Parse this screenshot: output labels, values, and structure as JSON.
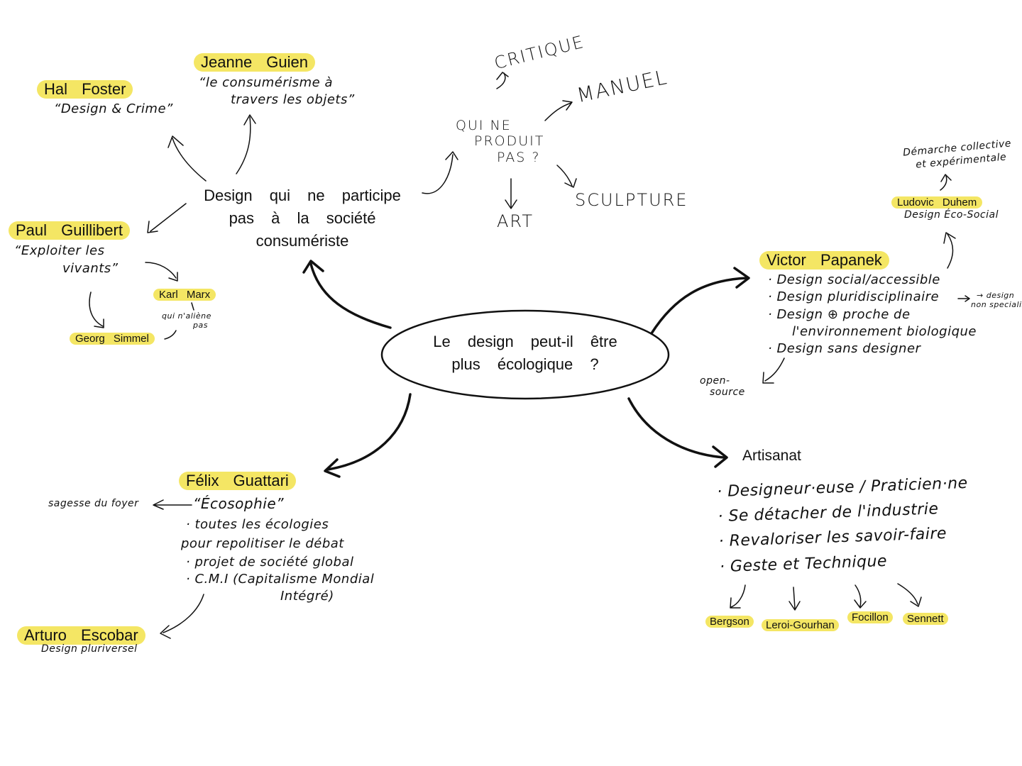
{
  "central": {
    "line1": "Le design peut-il être",
    "line2": "plus écologique ?"
  },
  "branch_consumerist": {
    "title_lines": [
      "Design qui ne participe",
      "pas à la société",
      "consumériste"
    ],
    "hal_foster": {
      "name": "Hal Foster",
      "note": "“Design & Crime”"
    },
    "jeanne_guien": {
      "name": "Jeanne Guien",
      "note_lines": [
        "“le consumérisme à",
        "travers les objets”"
      ]
    },
    "paul_guillibert": {
      "name": "Paul Guillibert",
      "note_lines": [
        "“Exploiter les",
        "vivants”"
      ]
    },
    "karl_marx": {
      "name": "Karl Marx",
      "note_lines": [
        "qui n'aliène",
        "pas"
      ]
    },
    "georg_simmel": {
      "name": "Georg Simmel"
    }
  },
  "branch_art": {
    "question_lines": [
      "QUI NE",
      "PRODUIT",
      "PAS ?"
    ],
    "items": [
      "CRITIQUE",
      "MANUEL",
      "SCULPTURE",
      "ART"
    ]
  },
  "branch_papanek": {
    "name": "Victor Papanek",
    "bullets": [
      "· Design social/accessible",
      "· Design pluridisciplinaire",
      "· Design ⊕ proche de",
      "l'environnement biologique",
      "· Design sans designer"
    ],
    "side_note_lines": [
      "→ design",
      "non specialisé"
    ],
    "open_source_lines": [
      "open-",
      "source"
    ],
    "ludovic_duhem": {
      "name": "Ludovic Duhem",
      "note": "Design Éco-Social"
    },
    "demarche_lines": [
      "Démarche collective",
      "et expérimentale"
    ]
  },
  "branch_guattari": {
    "name": "Félix Guattari",
    "lines": [
      "“Écosophie”",
      "· toutes les écologies",
      "pour repolitiser le débat",
      "· projet de société global",
      "· C.M.I (Capitalisme Mondial",
      "Intégré)"
    ],
    "sagesse": "sagesse du foyer",
    "arturo_escobar": {
      "name": "Arturo Escobar",
      "note": "Design pluriversel"
    }
  },
  "branch_artisanat": {
    "title": "Artisanat",
    "bullets": [
      "· Designeur·euse / Praticien·ne",
      "· Se détacher de l'industrie",
      "· Revaloriser les savoir-faire",
      "· Geste et Technique"
    ],
    "references": [
      "Bergson",
      "Leroi-Gourhan",
      "Focillon",
      "Sennett"
    ]
  },
  "colors": {
    "highlight": "#f4e664",
    "ink": "#111111"
  }
}
